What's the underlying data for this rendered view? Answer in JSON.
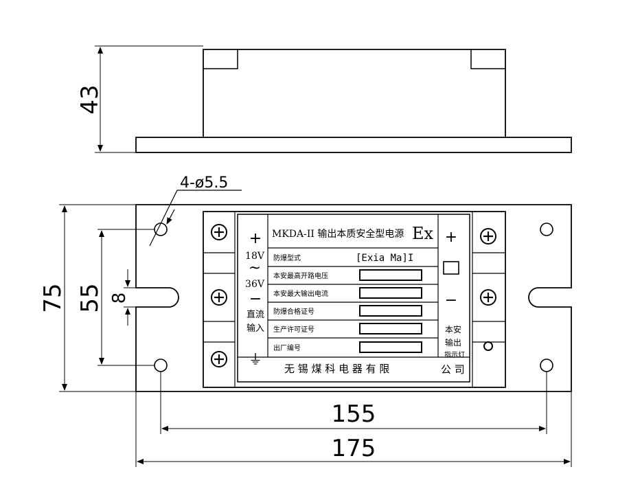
{
  "dimensions": {
    "height": "43",
    "hole_spec": "4-ø5.5",
    "total_height": "75",
    "hole_spacing": "55",
    "slot_width": "8",
    "hole_distance": "155",
    "total_width": "175"
  },
  "panel": {
    "title": "MKDA-II 输出本质安全型电源",
    "ex_mark": "Ex",
    "input": {
      "plus": "+",
      "v_low": "18V",
      "tilde": "~",
      "v_high": "36V",
      "minus": "−",
      "label_line1": "直流",
      "label_line2": "输入",
      "ground": "⏚"
    },
    "rows": [
      {
        "label": "防爆型式",
        "value": "[Exia Ma]I"
      },
      {
        "label": "本安最高开路电压",
        "value": ""
      },
      {
        "label": "本安最大输出电流",
        "value": ""
      },
      {
        "label": "防爆合格证号",
        "value": ""
      },
      {
        "label": "生产许可证号",
        "value": ""
      },
      {
        "label": "出厂编号",
        "value": ""
      }
    ],
    "manufacturer": "无 锡 煤 科 电 器 有 限",
    "company_suffix": "公 司",
    "output": {
      "plus": "+",
      "minus": "−",
      "label_line1": "本安",
      "label_line2": "输出",
      "indicator": "指示灯"
    }
  }
}
